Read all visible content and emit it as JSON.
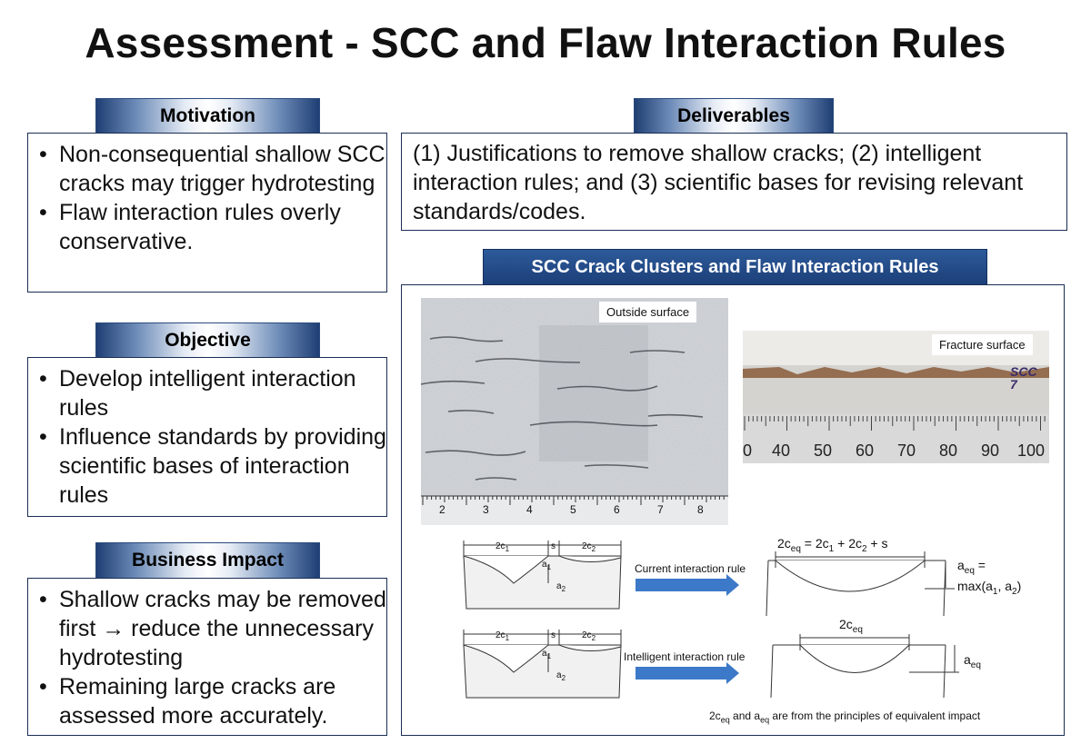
{
  "title": "Assessment - SCC and Flaw Interaction Rules",
  "motivation": {
    "header": "Motivation",
    "items": [
      "Non-consequential shallow SCC cracks may trigger hydrotesting",
      "Flaw interaction rules overly conservative."
    ]
  },
  "objective": {
    "header": "Objective",
    "items": [
      "Develop intelligent interaction rules",
      "Influence standards by providing scientific bases of interaction rules"
    ]
  },
  "business": {
    "header": "Business Impact",
    "items": [
      "Shallow cracks may be removed first → reduce the unnecessary hydrotesting",
      "Remaining large cracks are assessed more accurately."
    ]
  },
  "deliverables": {
    "header": "Deliverables",
    "text": "(1) Justifications to remove shallow cracks; (2) intelligent interaction rules; and (3) scientific bases for revising relevant standards/codes."
  },
  "clusters": {
    "header": "SCC Crack Clusters and Flaw Interaction Rules",
    "outside_label": "Outside surface",
    "fracture_label": "Fracture surface",
    "ruler_left": [
      "2",
      "3",
      "4",
      "5",
      "6",
      "7",
      "8"
    ],
    "ruler_right": [
      "0",
      "40",
      "50",
      "60",
      "70",
      "80",
      "90",
      "100"
    ],
    "scc_mark": "SCC 7",
    "current_rule": "Current interaction rule",
    "intelligent_rule": "Intelligent interaction rule",
    "eq_top": "2c",
    "eq_top_sub": "eq",
    "eq_top_rest": " = 2c",
    "eq_c1": "1",
    "eq_plus": " + 2c",
    "eq_c2": "2",
    "eq_s": " + s",
    "aeq_top_a": "a",
    "aeq_top_sub": "eq",
    "aeq_top_eq": " =",
    "aeq_max": "max(a",
    "aeq_1": "1",
    "aeq_comma": ", a",
    "aeq_2": "2",
    "aeq_close": ")",
    "two_c": "2c",
    "c_sub": "eq",
    "a": "a",
    "a_sub": "eq",
    "note_a": "2c",
    "note_sub1": "eq",
    "note_mid": " and a",
    "note_sub2": "eq",
    "note_rest": " are from the principles of equivalent impact",
    "diag_2c1": "2c",
    "diag_1": "1",
    "diag_s": "s",
    "diag_2c2": "2c",
    "diag_2": "2",
    "diag_a1": "a",
    "diag_a2": "a"
  },
  "colors": {
    "header_dark": "#1c3f78",
    "arrow": "#3c79c8",
    "border": "#1a2d55"
  }
}
